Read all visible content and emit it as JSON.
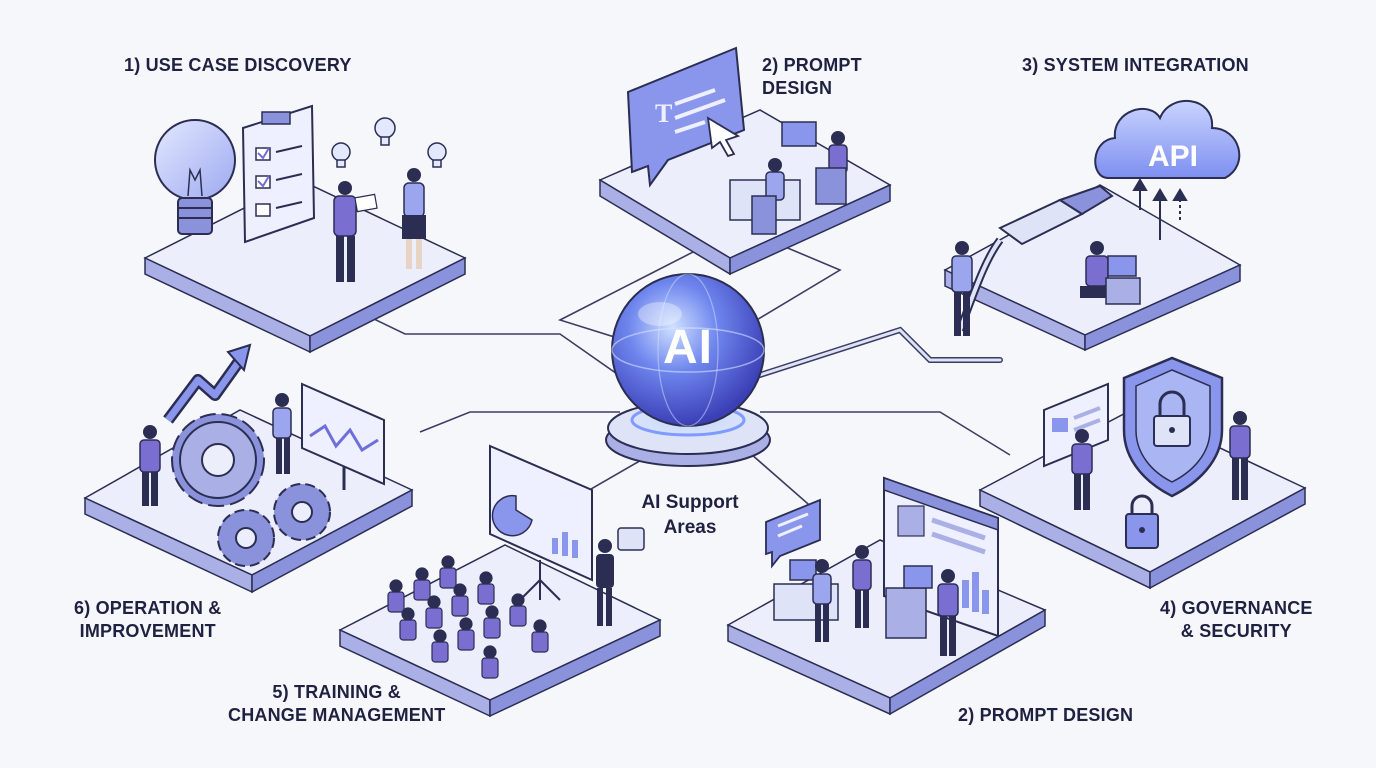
{
  "hub": {
    "center_label": "AI",
    "caption": "AI Support\nAreas"
  },
  "areas": [
    {
      "id": "use-case-discovery",
      "label": "1) USE CASE DISCOVERY"
    },
    {
      "id": "prompt-design-top",
      "label": "2) PROMPT\nDESIGN"
    },
    {
      "id": "system-integration",
      "label": "3) SYSTEM INTEGRATION"
    },
    {
      "id": "governance-security",
      "label": "4) GOVERNANCE\n& SECURITY"
    },
    {
      "id": "prompt-design-bottom",
      "label": "2) PROMPT DESIGN"
    },
    {
      "id": "training-change",
      "label": "5) TRAINING &\nCHANGE MANAGEMENT"
    },
    {
      "id": "operation-improvement",
      "label": "6) OPERATION &\nIMPROVEMENT"
    }
  ],
  "icons": {
    "cloud_text": "API"
  },
  "colors": {
    "accent": "#6f6fd8",
    "platform_top": "#eceefb",
    "platform_side": "#aab0e6",
    "figure": "#7a6fd0",
    "dark": "#2b2e52",
    "connector": "#3b3e62"
  }
}
